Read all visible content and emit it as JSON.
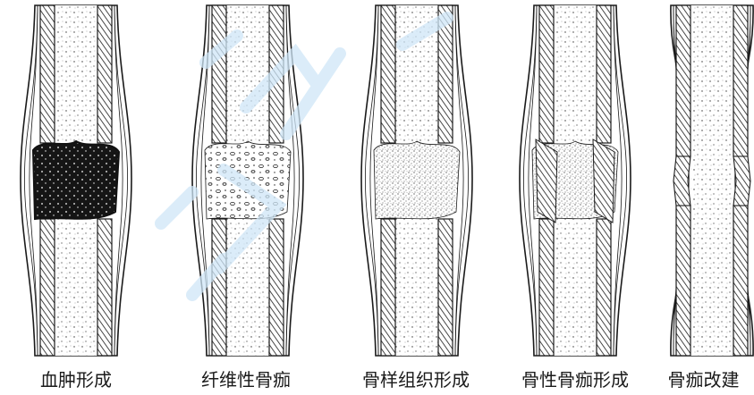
{
  "figure": {
    "stages": [
      {
        "id": "hematoma",
        "label": "血肿形成"
      },
      {
        "id": "fibrous-callus",
        "label": "纤维性骨痂"
      },
      {
        "id": "osteoid",
        "label": "骨样组织形成"
      },
      {
        "id": "bony-callus",
        "label": "骨性骨痂形成"
      },
      {
        "id": "remodeling",
        "label": "骨痂改建"
      }
    ]
  },
  "colors": {
    "ink": "#1a1a1a",
    "hematoma": "#111111",
    "watermark": "#cfe6f7",
    "background": "#ffffff"
  }
}
